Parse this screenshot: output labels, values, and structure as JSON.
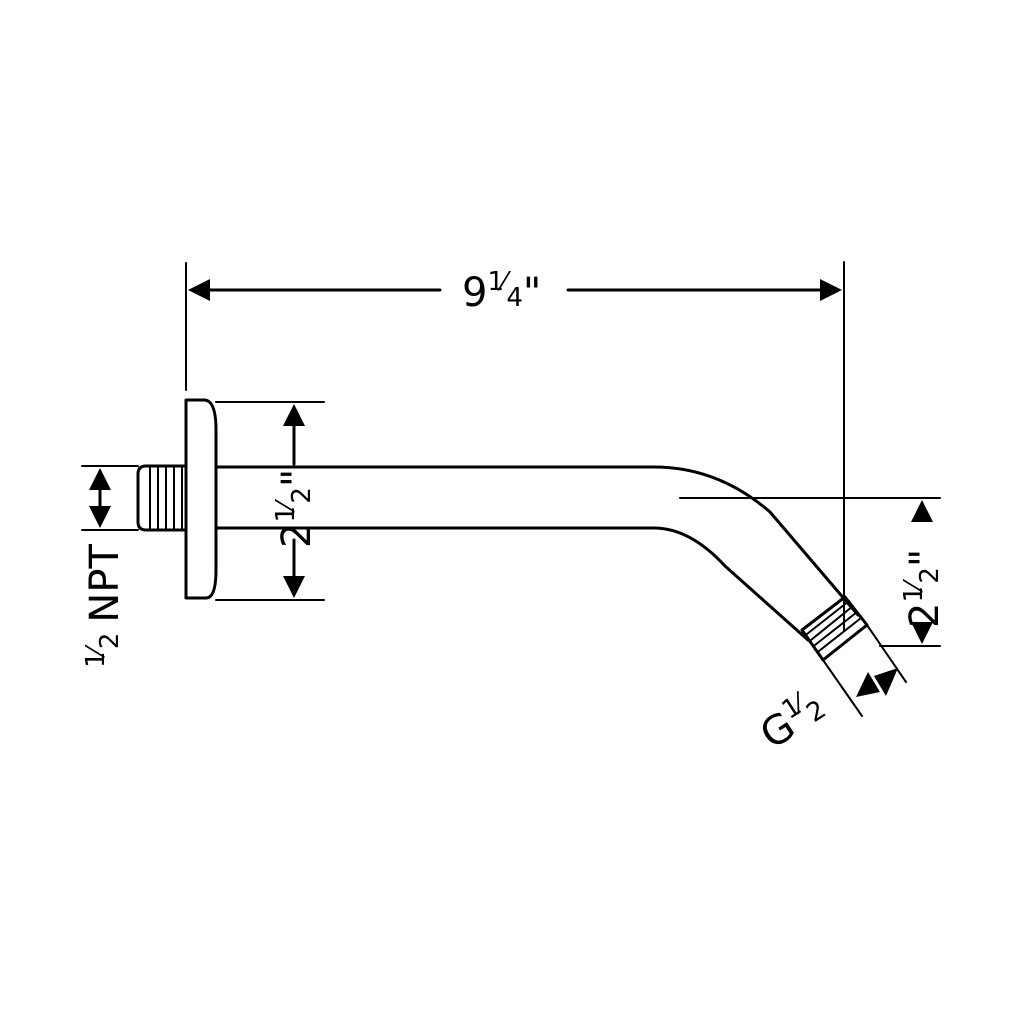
{
  "dimensions": {
    "overall_length": {
      "whole": "9",
      "num": "1",
      "den": "4",
      "unit": "\""
    },
    "flange_height": {
      "whole": "2",
      "num": "1",
      "den": "2",
      "unit": "\""
    },
    "drop_height": {
      "whole": "2",
      "num": "1",
      "den": "2",
      "unit": "\""
    },
    "inlet_thread": {
      "num": "1",
      "den": "2",
      "suffix": "NPT"
    },
    "outlet_thread": {
      "prefix": "G",
      "num": "1",
      "den": "2"
    }
  }
}
